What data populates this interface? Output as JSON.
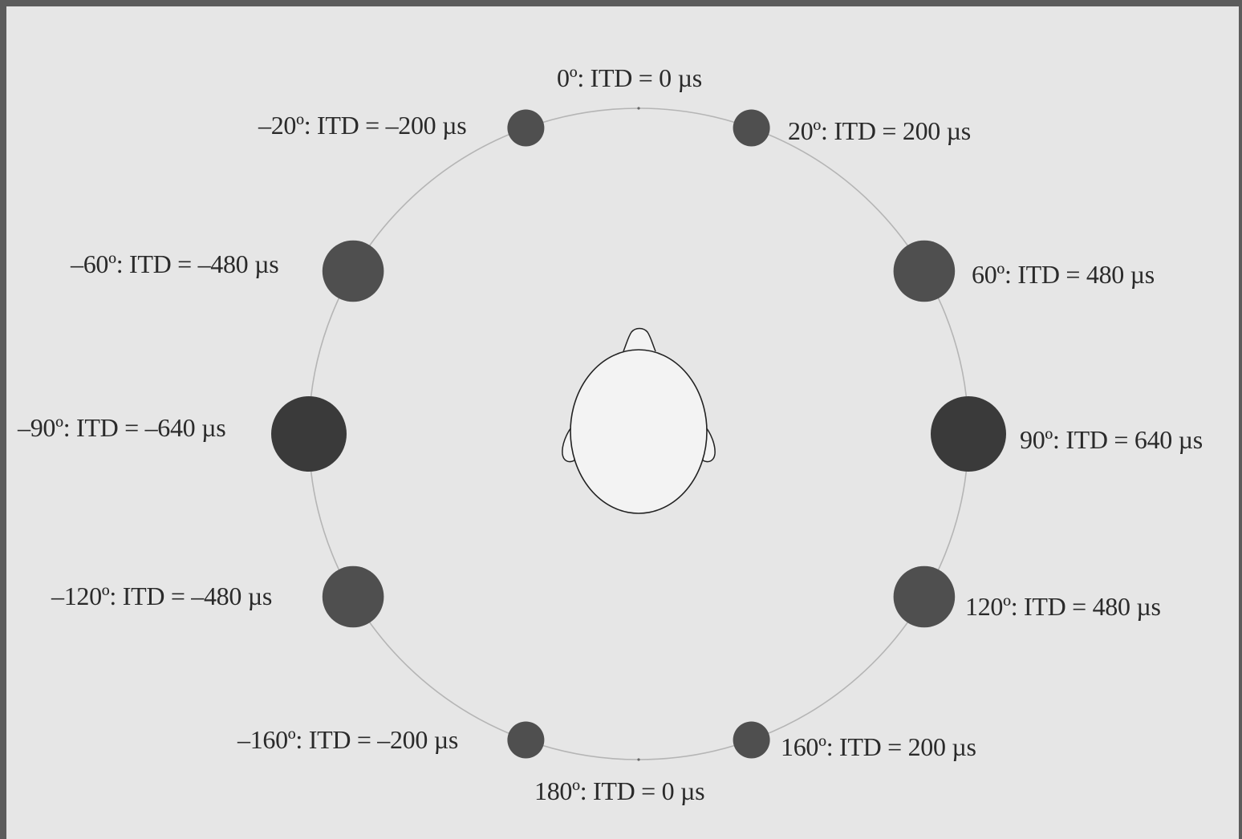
{
  "colors": {
    "background": "#e6e6e6",
    "frame": "#5c5c5c",
    "circle_stroke": "#b5b5b5",
    "dot_fill": "#4f4f4f",
    "dot_fill_large": "#3a3a3a",
    "head_fill": "#f3f3f3",
    "head_stroke": "#222222"
  },
  "sources": [
    {
      "id": "p0",
      "label": "0º: ITD = 0 µs",
      "azimuth_deg": 0,
      "itd_us": 0
    },
    {
      "id": "p20",
      "label": "20º: ITD = 200 µs",
      "azimuth_deg": 20,
      "itd_us": 200
    },
    {
      "id": "p60",
      "label": "60º: ITD = 480 µs",
      "azimuth_deg": 60,
      "itd_us": 480
    },
    {
      "id": "p90",
      "label": "90º: ITD = 640 µs",
      "azimuth_deg": 90,
      "itd_us": 640
    },
    {
      "id": "p120",
      "label": "120º: ITD = 480 µs",
      "azimuth_deg": 120,
      "itd_us": 480
    },
    {
      "id": "p160",
      "label": "160º: ITD = 200 µs",
      "azimuth_deg": 160,
      "itd_us": 200
    },
    {
      "id": "p180",
      "label": "180º: ITD = 0 µs",
      "azimuth_deg": 180,
      "itd_us": 0
    },
    {
      "id": "m160",
      "label": "–160º: ITD = –200 µs",
      "azimuth_deg": -160,
      "itd_us": -200
    },
    {
      "id": "m120",
      "label": "–120º: ITD = –480 µs",
      "azimuth_deg": -120,
      "itd_us": -480
    },
    {
      "id": "m90",
      "label": "–90º: ITD = –640 µs",
      "azimuth_deg": -90,
      "itd_us": -640
    },
    {
      "id": "m60",
      "label": "–60º: ITD = –480 µs",
      "azimuth_deg": -60,
      "itd_us": -480
    },
    {
      "id": "m20",
      "label": "–20º: ITD = –200 µs",
      "azimuth_deg": -20,
      "itd_us": -200
    }
  ]
}
